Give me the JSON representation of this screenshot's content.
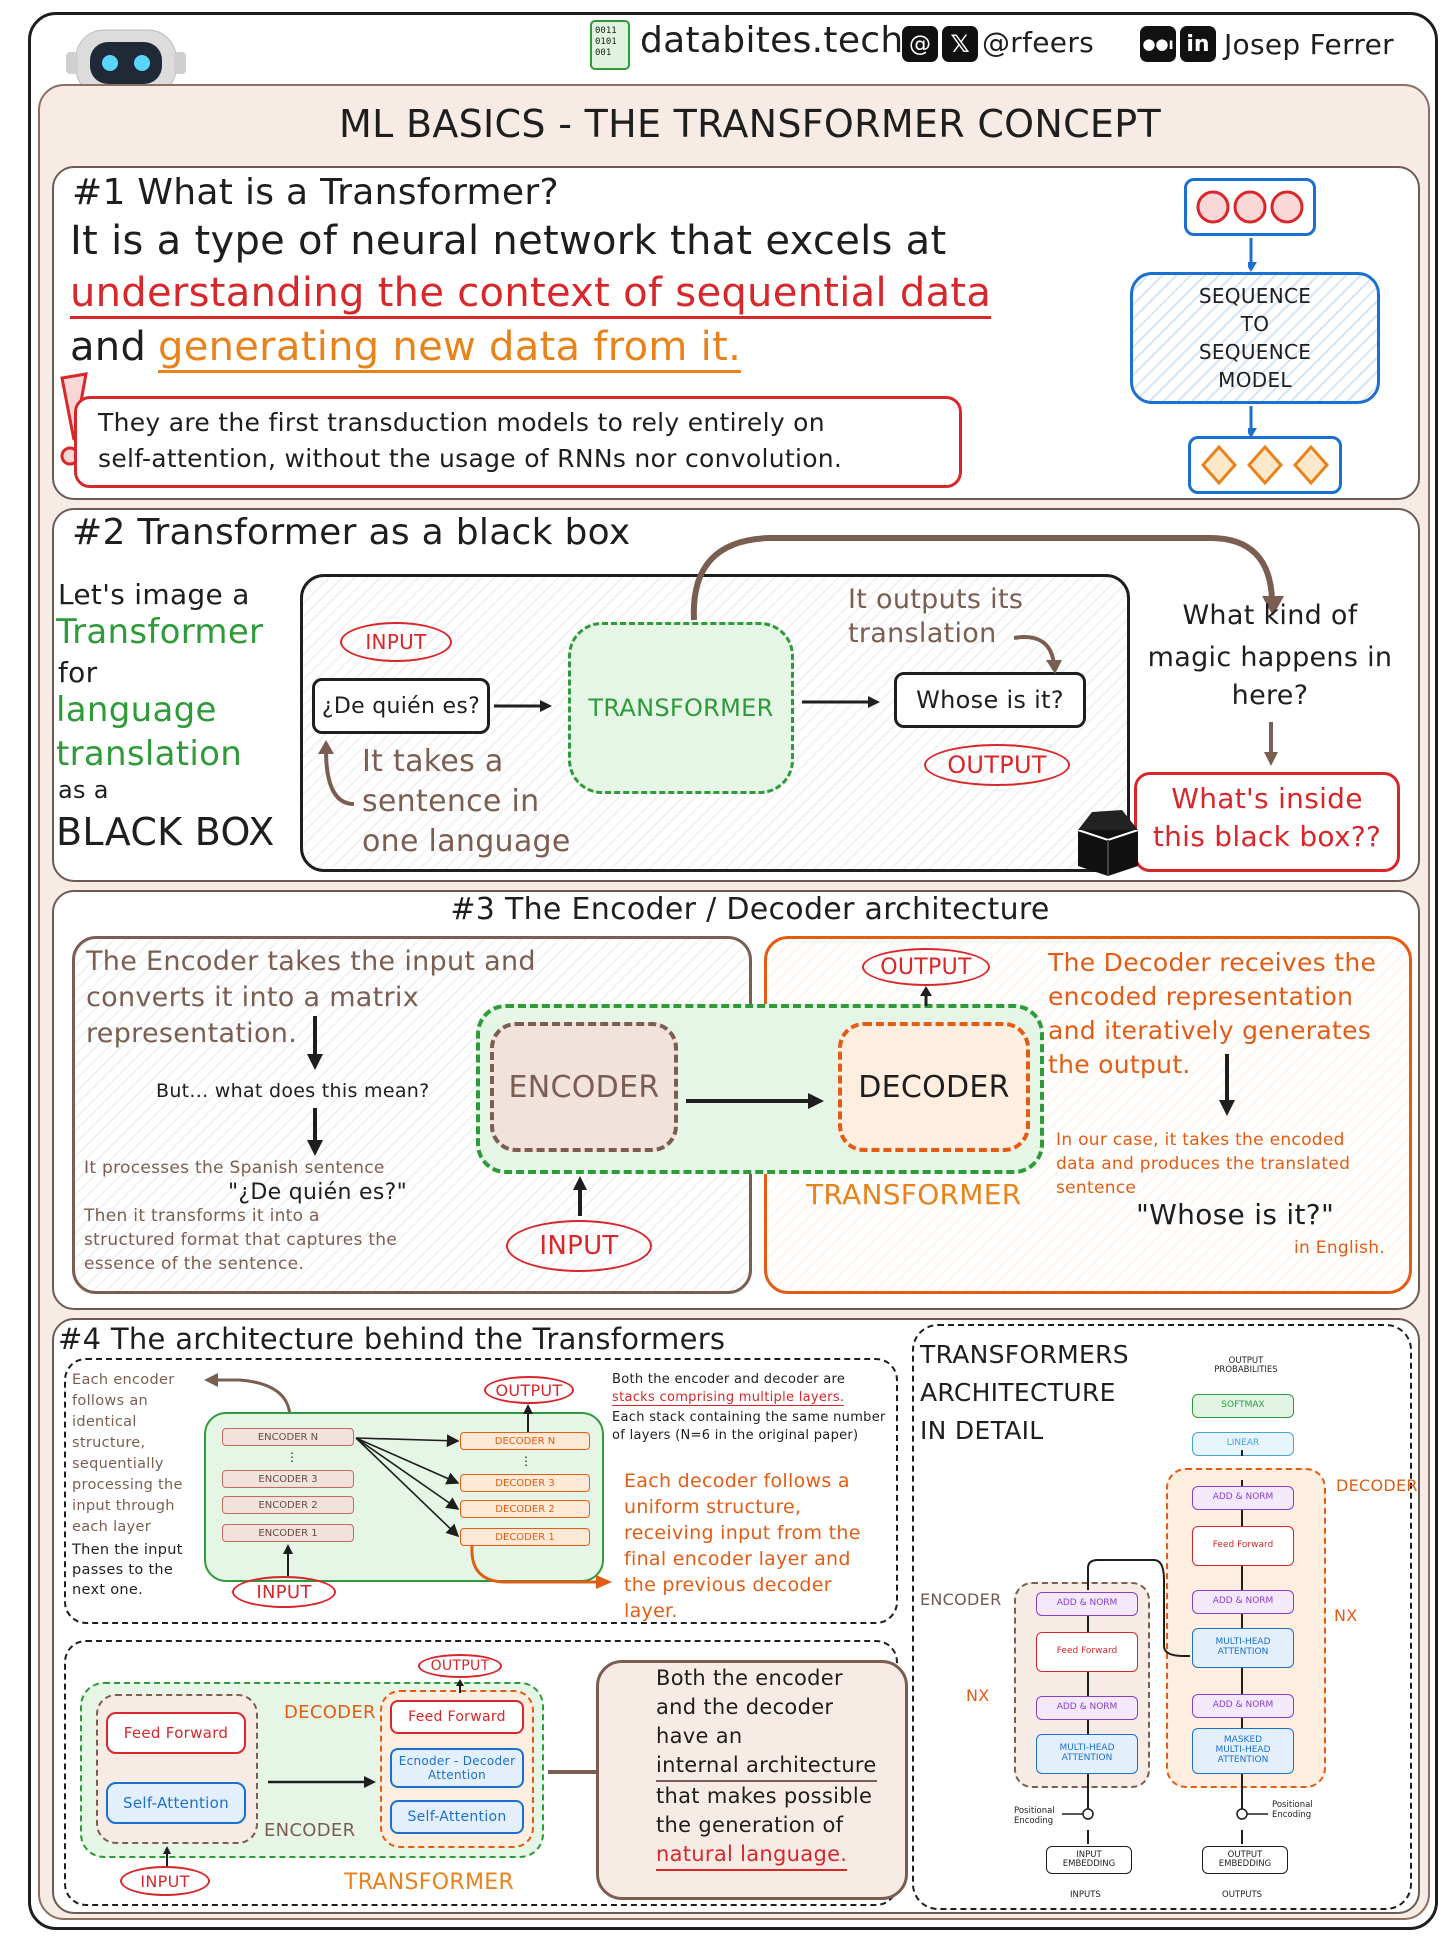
{
  "header": {
    "brand_site": "databites.tech",
    "handle": "@rfeers",
    "author": "Josep Ferrer",
    "bits_icon": "0011\n0101\n001"
  },
  "title": "ML BASICS - THE TRANSFORMER CONCEPT",
  "s1": {
    "heading": "#1 What is a Transformer?",
    "line1": "It is a type of neural network that excels at",
    "line2": "understanding the context of sequential data",
    "line3a": "and",
    "line3b": "generating new data from it.",
    "note_l1": "They are the first transduction models to rely entirely on",
    "note_l2": "self-attention, without the usage of RNNs nor convolution.",
    "seq_box": "SEQUENCE\nTO\nSEQUENCE\nMODEL"
  },
  "s2": {
    "heading": "#2 Transformer as a black box",
    "left_l1": "Let's image a",
    "left_l2": "Transformer",
    "left_l3": "for",
    "left_l4": "language",
    "left_l5": "translation",
    "left_l6": "as a",
    "left_l7": "BLACK BOX",
    "input_tag": "INPUT",
    "input_sentence": "¿De quién es?",
    "transformer": "TRANSFORMER",
    "output_sentence": "Whose is it?",
    "output_tag": "OUTPUT",
    "outputs_note_l1": "It outputs its",
    "outputs_note_l2": "translation",
    "takes_l1": "It takes a",
    "takes_l2": "sentence in",
    "takes_l3": "one language",
    "magic_l1": "What kind of",
    "magic_l2": "magic happens in",
    "magic_l3": "here?",
    "inside_l1": "What's inside",
    "inside_l2": "this black box??"
  },
  "s3": {
    "heading": "#3 The Encoder / Decoder architecture",
    "enc_l1": "The Encoder takes the input and",
    "enc_l2": "converts it into a matrix",
    "enc_l3": "representation.",
    "but": "But... what does this mean?",
    "proc_l1": "It processes the Spanish sentence",
    "proc_l2": "\"¿De quién es?\"",
    "proc_l3": "Then it transforms it into a",
    "proc_l4": "structured format that captures the",
    "proc_l5": "essence of the sentence.",
    "encoder": "ENCODER",
    "decoder": "DECODER",
    "transformer": "TRANSFORMER",
    "output": "OUTPUT",
    "input": "INPUT",
    "dec_l1": "The Decoder receives the",
    "dec_l2": "encoded representation",
    "dec_l3": "and iteratively generates",
    "dec_l4": "the output.",
    "case_l1": "In our case, it takes the encoded",
    "case_l2": "data and produces the translated",
    "case_l3": "sentence",
    "case_quote": "\"Whose is it?\"",
    "case_l4": "in English."
  },
  "s4": {
    "heading": "#4 The architecture behind the Transformers",
    "each_enc": [
      "Each encoder",
      "follows an",
      "identical",
      "structure,",
      "sequentially",
      "processing the",
      "input through",
      "each layer"
    ],
    "then_input": [
      "Then the input",
      "passes to the",
      "next one."
    ],
    "encoders": [
      "ENCODER N",
      "ENCODER 3",
      "ENCODER 2",
      "ENCODER 1"
    ],
    "decoders": [
      "DECODER N",
      "DECODER 3",
      "DECODER 2",
      "DECODER 1"
    ],
    "output": "OUTPUT",
    "input": "INPUT",
    "both_l1": "Both the encoder and decoder are",
    "both_l2": "stacks comprising multiple layers.",
    "both_l3": "Each stack containing the same number",
    "both_l4": "of layers (N=6 in the original paper)",
    "each_dec": [
      "Each decoder follows a",
      "uniform structure,",
      "receiving input from the",
      "final encoder layer and",
      "the previous decoder",
      "layer."
    ],
    "bottom": {
      "output": "OUTPUT",
      "decoder_label": "DECODER",
      "encoder_label": "ENCODER",
      "transformer": "TRANSFORMER",
      "input": "INPUT",
      "enc_ff": "Feed Forward",
      "enc_sa": "Self-Attention",
      "dec_ff": "Feed Forward",
      "dec_eda": "Ecnoder - Decoder\nAttention",
      "dec_sa": "Self-Attention"
    },
    "callout": [
      "Both the encoder",
      "and the decoder",
      "have an",
      "internal architecture",
      "that makes possible",
      "the generation of",
      "natural language."
    ],
    "arch_title": [
      "TRANSFORMERS",
      "ARCHITECTURE",
      "IN DETAIL"
    ],
    "arch": {
      "output_probs": "OUTPUT\nPROBABILITIES",
      "softmax": "SOFTMAX",
      "linear": "LINEAR",
      "decoder": "DECODER",
      "encoder": "ENCODER",
      "nx_left": "NX",
      "nx_right": "NX",
      "add_norm": "ADD & NORM",
      "feed_forward": "Feed Forward",
      "mha": "MULTI-HEAD\nATTENTION",
      "masked_mha": "MASKED\nMULTI-HEAD\nATTENTION",
      "pos_enc": "Positional\nEncoding",
      "input_emb": "INPUT\nEMBEDDING",
      "output_emb": "OUTPUT\nEMBEDDING",
      "inputs": "INPUTS",
      "outputs": "OUTPUTS"
    }
  }
}
